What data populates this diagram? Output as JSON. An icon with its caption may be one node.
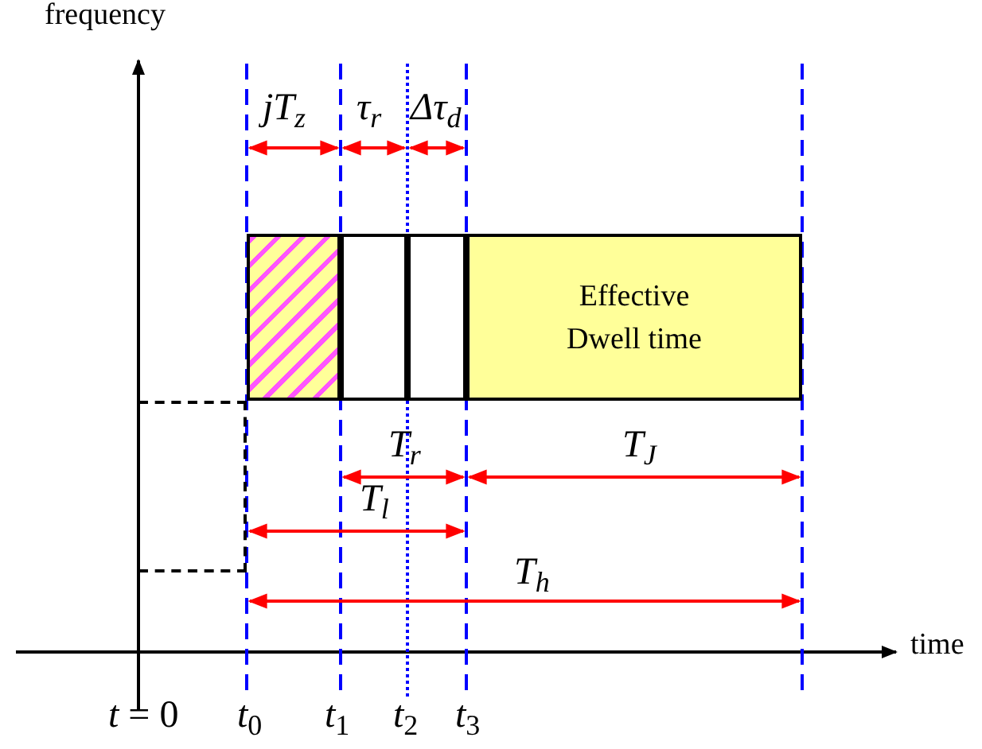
{
  "diagram": {
    "nodes": [
      {
        "text": [],
        "shape": "box"
      },
      {
        "text": [],
        "shape": "box"
      },
      {
        "text": [],
        "shape": "box"
      },
      {
        "text": [
          "Effective Dwell time"
        ]
      },
      {
        "text": [],
        "shape": "box"
      }
    ],
    "labels": [
      "frequency",
      "jT$_{z}$",
      "τ$_{r}$",
      "Δτ$_{d}$",
      "T$_{r}$",
      "T$_{J}$",
      "T$_{l}$",
      "T$_{h}$",
      "time",
      "*t* = 0",
      "*t*$_{0}$",
      "*t*$_{1}$",
      "*t*$_{2}$",
      "*t*$_{3}$"
    ]
  }
}
